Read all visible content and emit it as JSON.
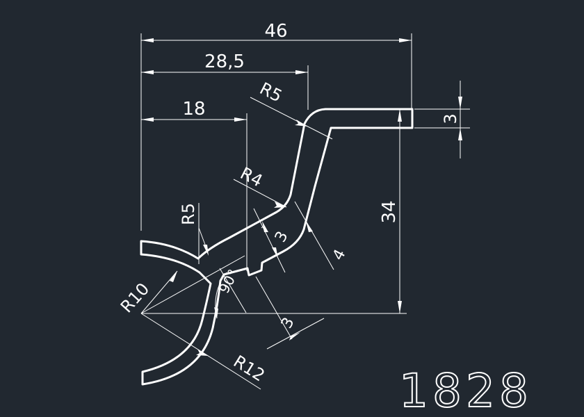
{
  "drawing": {
    "part_number": "1828",
    "dimensions": {
      "overall_width": "46",
      "width_to_bend": "28,5",
      "width_to_lower_bend": "18",
      "height": "34",
      "top_flange_thickness": "3",
      "wall_thickness_a": "3",
      "wall_thickness_b": "4",
      "wall_thickness_c": "3",
      "angle": "90°"
    },
    "radii": {
      "top_bend": "R5",
      "middle_bend": "R4",
      "lower_bend": "R5",
      "inner_arc": "R10",
      "outer_arc": "R12"
    }
  }
}
